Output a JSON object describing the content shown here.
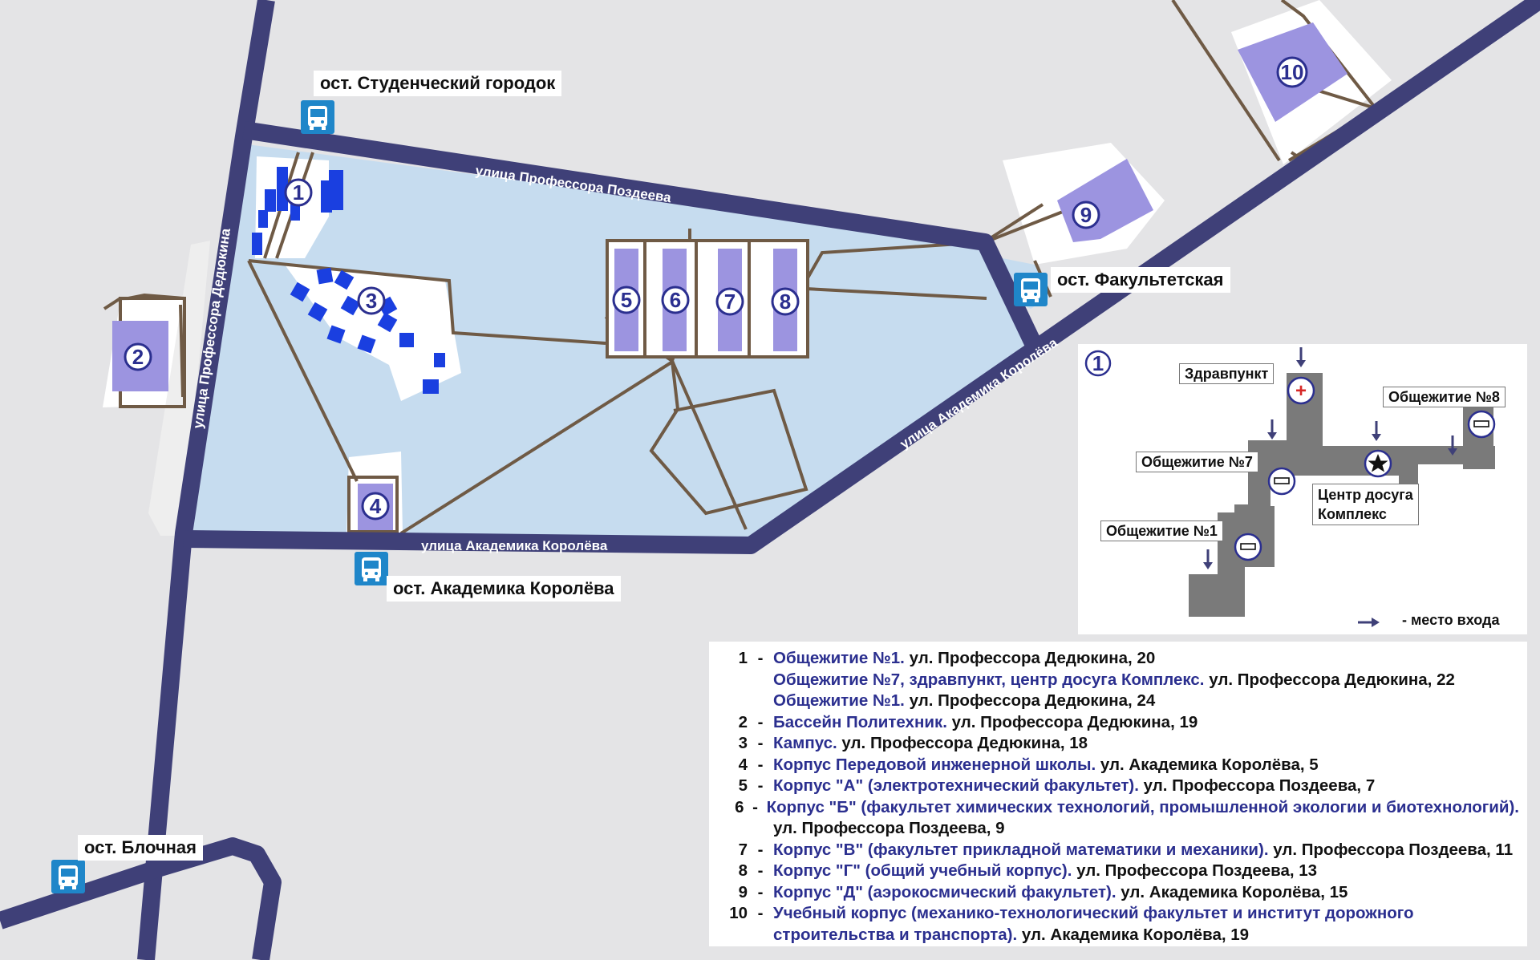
{
  "colors": {
    "background": "#e4e4e6",
    "campus_fill": "#c6dcef",
    "road": "#3f4078",
    "path": "#6f5a45",
    "building": "#9c94e0",
    "small_building": "#1a3fe0",
    "badge_text": "#2b2f8f",
    "bus_stop": "#1f86c9",
    "inset_building": "#7a7a7a"
  },
  "streets": {
    "dedyukina": "улица Профессора Дедюкина",
    "pozdeeva": "улица Профессора Поздеева",
    "koroleva_bottom": "улица Академика Королёва",
    "koroleva_diag": "улица Академика Королёва"
  },
  "bus_stops": [
    {
      "label": "ост. Студенческий городок",
      "icon": "bus-icon"
    },
    {
      "label": "ост. Факультетская",
      "icon": "bus-icon"
    },
    {
      "label": "ост. Академика Королёва",
      "icon": "bus-icon"
    },
    {
      "label": "ост. Блочная",
      "icon": "bus-icon"
    }
  ],
  "map_numbers": [
    "1",
    "2",
    "3",
    "4",
    "5",
    "6",
    "7",
    "8",
    "9",
    "10"
  ],
  "inset": {
    "number": "1",
    "labels": {
      "health": "Здравпункт",
      "dorm8": "Общежитие №8",
      "dorm7": "Общежитие №7",
      "dorm1": "Общежитие №1",
      "leisure_line1": "Центр досуга",
      "leisure_line2": "Комплекс"
    },
    "icons": [
      "first-aid-icon",
      "bed-icon",
      "star-icon",
      "entrance-arrow-icon"
    ],
    "legend": "- место входа"
  },
  "legend": [
    {
      "num": "1",
      "dash": "-",
      "name": "Общежитие №1.",
      "addr": " ул. Профессора Дедюкина, 20"
    },
    {
      "num": "",
      "dash": "",
      "name": "Общежитие №7, здравпункт, центр досуга Комплекс.",
      "addr": " ул. Профессора Дедюкина, 22"
    },
    {
      "num": "",
      "dash": "",
      "name": "Общежитие №1.",
      "addr": " ул. Профессора Дедюкина, 24"
    },
    {
      "num": "2",
      "dash": "-",
      "name": "Бассейн Политехник.",
      "addr": " ул. Профессора Дедюкина, 19"
    },
    {
      "num": "3",
      "dash": "-",
      "name": "Кампус.",
      "addr": " ул. Профессора Дедюкина, 18"
    },
    {
      "num": "4",
      "dash": "-",
      "name": "Корпус Передовой инженерной школы.",
      "addr": " ул. Академика Королёва, 5"
    },
    {
      "num": "5",
      "dash": "-",
      "name": "Корпус \"А\" (электротехнический факультет).",
      "addr": " ул. Профессора Поздеева, 7"
    },
    {
      "num": "6",
      "dash": "-",
      "name": "Корпус \"Б\" (факультет химических технологий, промышленной экологии и биотехнологий).",
      "addr": ""
    },
    {
      "num": "",
      "dash": "",
      "name": "",
      "addr": "ул. Профессора Поздеева, 9"
    },
    {
      "num": "7",
      "dash": "-",
      "name": "Корпус \"В\" (факультет прикладной математики и механики).",
      "addr": " ул. Профессора Поздеева, 11"
    },
    {
      "num": "8",
      "dash": "-",
      "name": "Корпус \"Г\" (общий учебный корпус).",
      "addr": " ул. Профессора Поздеева, 13"
    },
    {
      "num": "9",
      "dash": "-",
      "name": "Корпус \"Д\" (аэрокосмический факультет).",
      "addr": " ул. Академика Королёва, 15"
    },
    {
      "num": "10",
      "dash": "-",
      "name": "Учебный корпус (механико-технологический факультет и институт дорожного",
      "addr": ""
    },
    {
      "num": "",
      "dash": "",
      "name": "строительства и транспорта).",
      "addr": " ул. Академика Королёва, 19"
    }
  ]
}
